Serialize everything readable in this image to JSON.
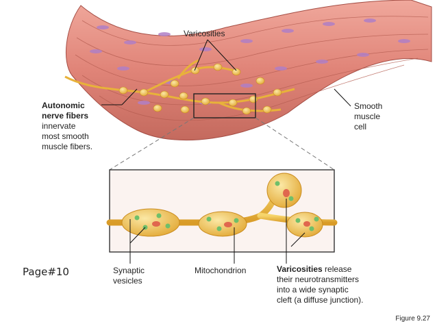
{
  "labels": {
    "varicosities_top": "Varicosities",
    "autonomic_title": "Autonomic nerve fibers",
    "autonomic_line1": "Autonomic",
    "autonomic_line2": "nerve fibers",
    "autonomic_rest1": "innervate",
    "autonomic_rest2": "most smooth",
    "autonomic_rest3": "muscle fibers.",
    "smooth_1": "Smooth",
    "smooth_2": "muscle",
    "smooth_3": "cell",
    "synaptic_1": "Synaptic",
    "synaptic_2": "vesicles",
    "mitochondrion": "Mitochondrion",
    "var_bold": "Varicosities",
    "var_line1": " release",
    "var_line2": "their neurotransmitters",
    "var_line3": "into a wide synaptic",
    "var_line4": "cleft (a diffuse junction).",
    "page": "Page#10",
    "figure": "Figure 9.27"
  },
  "colors": {
    "muscle": "#e08478",
    "muscle_dark": "#b8574c",
    "nucleus": "#b07fc6",
    "nerve": "#e8b23a",
    "nerve_light": "#f6d56b",
    "vesicle_green": "#6fbf6a",
    "mito": "#e0674e"
  }
}
